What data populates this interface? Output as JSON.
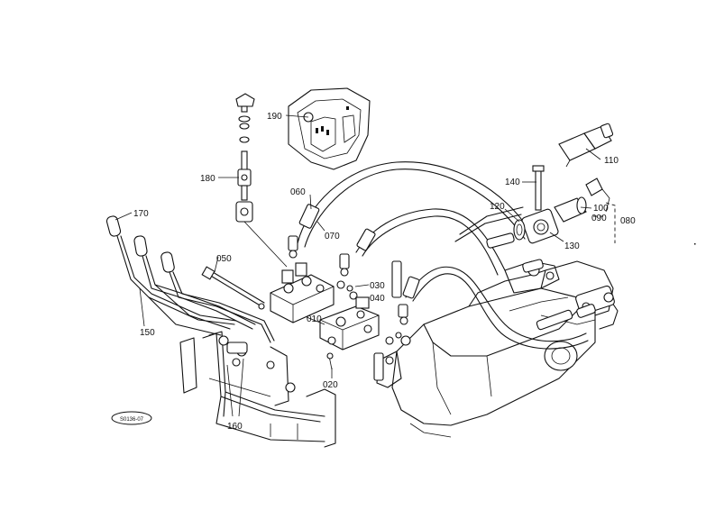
{
  "callouts": {
    "p010": "010",
    "p020": "020",
    "p030": "030",
    "p040": "040",
    "p050": "050",
    "p060": "060",
    "p070": "070",
    "p080": "080",
    "p090": "090",
    "p100": "100",
    "p110": "110",
    "p120": "120",
    "p130": "130",
    "p140": "140",
    "p150": "150",
    "p160": "160",
    "p170": "170",
    "p180": "180",
    "p190": "190"
  },
  "stamp": "S0136-07"
}
